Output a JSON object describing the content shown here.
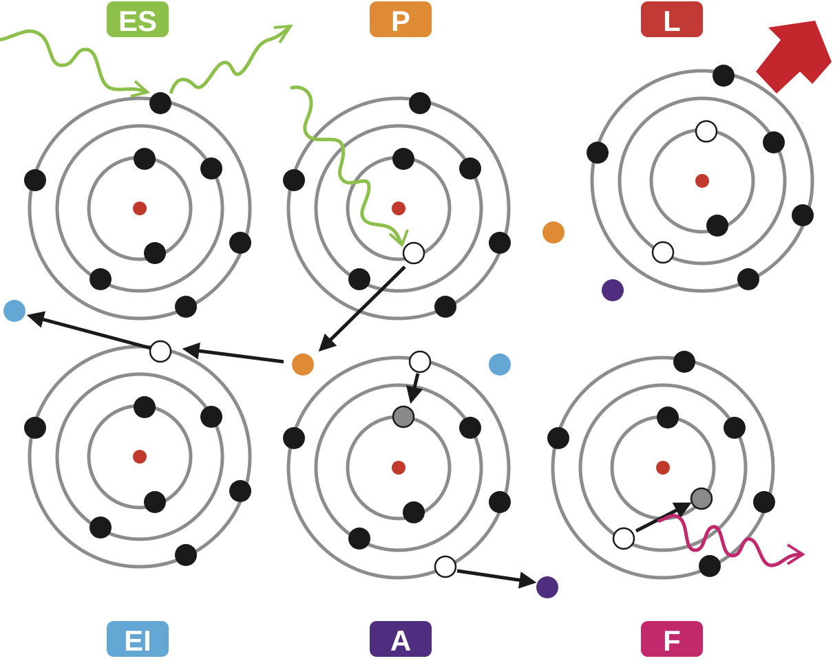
{
  "labels": {
    "ES": "ES",
    "P": "P",
    "L": "L",
    "EI": "EI",
    "A": "A",
    "F": "F"
  },
  "colors": {
    "ES": "#8dc04a",
    "P": "#df8a35",
    "L": "#c23a36",
    "EI": "#64a6d4",
    "A": "#4f2d7f",
    "F": "#c2296d",
    "orbit": "#8c8c8c",
    "electron": "#1a1a1a",
    "nucleus": "#c0392b",
    "green_wave": "#8dc04a",
    "magenta_wave": "#c2296d",
    "red_arrow": "#c4262e"
  }
}
